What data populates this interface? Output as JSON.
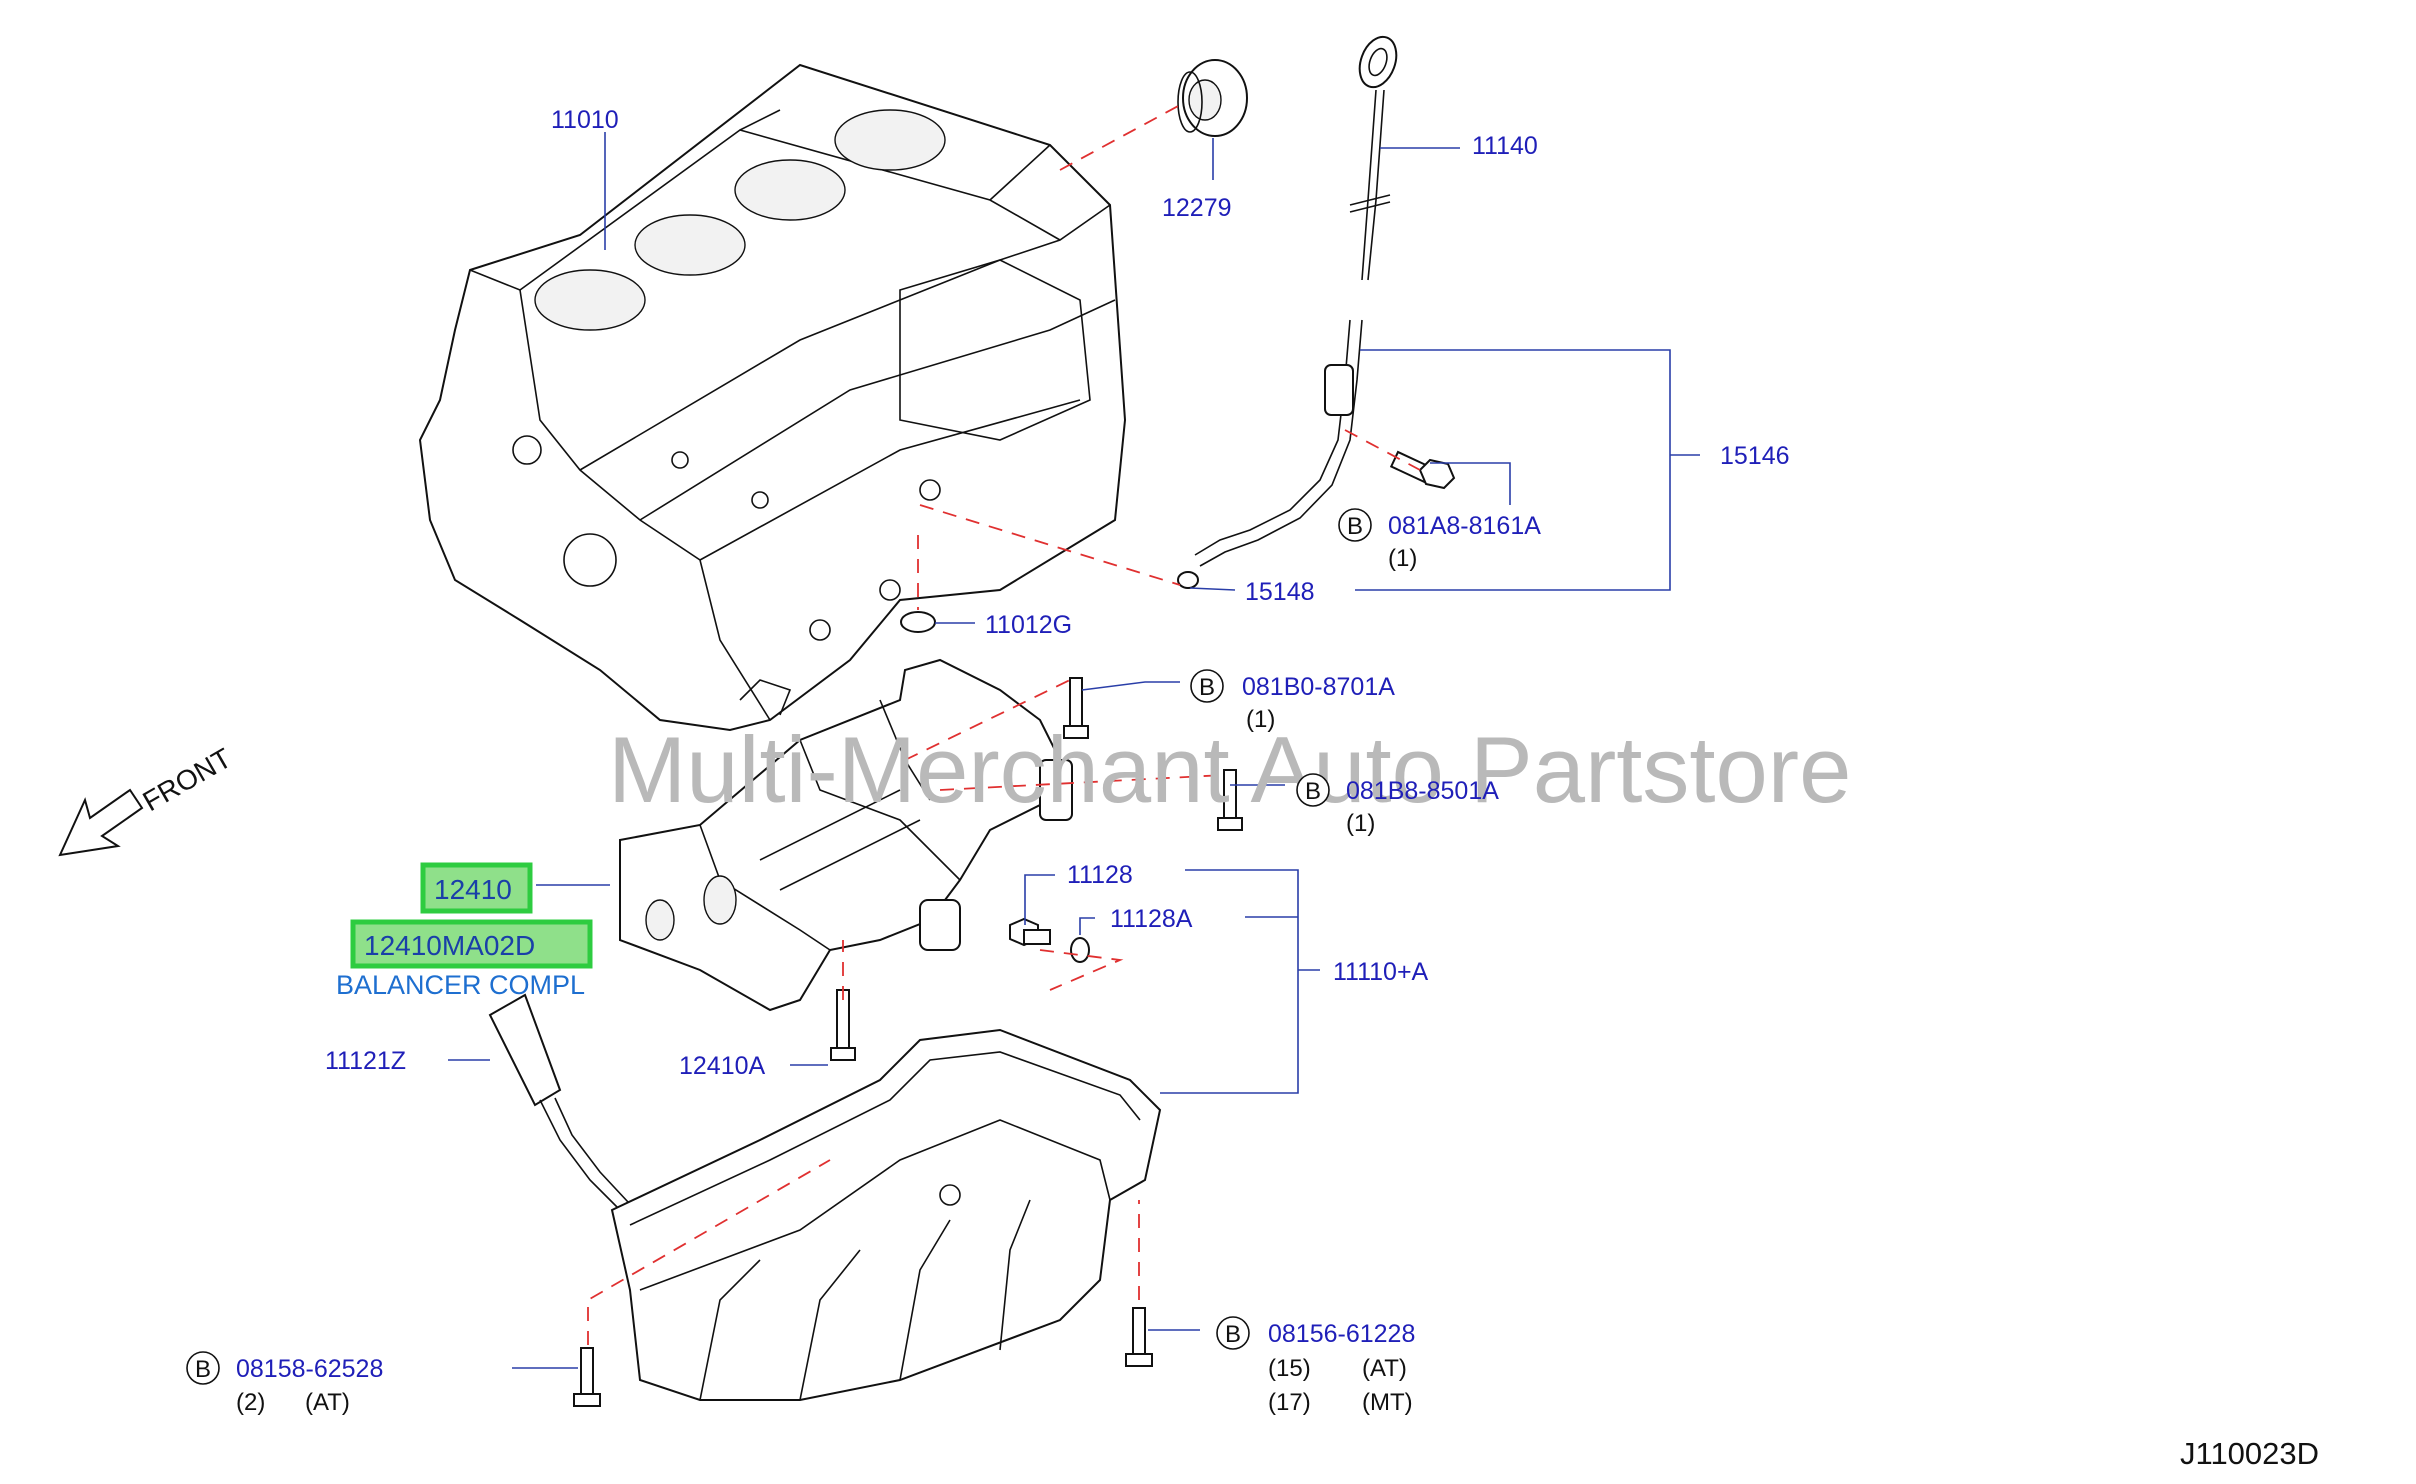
{
  "diagram": {
    "watermark": "Multi-Merchant Auto Partstore",
    "diagram_code": "J110023D",
    "front_indicator": "FRONT",
    "bolt_marker": "B",
    "parts": {
      "cylinder_block": "11010",
      "seal": "12279",
      "dipstick": "11140",
      "guide_assy": "15146",
      "o_ring_guide": "15148",
      "o_ring_pump": "11012G",
      "balancer": "12410",
      "balancer_part_no": "12410MA02D",
      "balancer_desc": "BALANCER COMPL",
      "balancer_bolt": "12410A",
      "drain_plug": "11128",
      "drain_washer": "11128A",
      "oil_pan_assy": "11110+A",
      "oil_strainer": "11121Z"
    },
    "bolts": {
      "b1": {
        "code": "081A8-8161A",
        "qty": "(1)"
      },
      "b2": {
        "code": "081B0-8701A",
        "qty": "(1)"
      },
      "b3": {
        "code": "081B8-8501A",
        "qty": "(1)"
      },
      "b4": {
        "code": "08158-62528",
        "qty": "(2)",
        "note": "(AT)"
      },
      "b5": {
        "code": "08156-61228",
        "qty1": "(15)",
        "note1": "(AT)",
        "qty2": "(17)",
        "note2": "(MT)"
      }
    }
  }
}
